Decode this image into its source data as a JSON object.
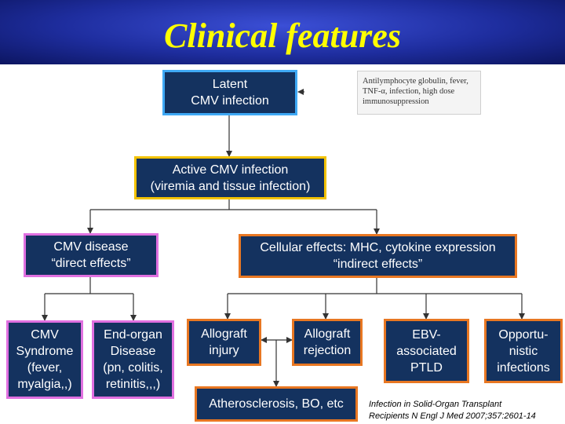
{
  "slide": {
    "title": "Clinical features",
    "note": "Antilymphocyte globulin, fever, TNF-α, infection, high dose immunosuppression",
    "citation": {
      "line1": "Infection in Solid-Organ Transplant",
      "line2": "Recipients N Engl J Med 2007;357:2601-14"
    }
  },
  "nodes": {
    "latent": {
      "line1": "Latent",
      "line2": "CMV infection"
    },
    "active": {
      "line1": "Active CMV infection",
      "line2": "(viremia and tissue infection)"
    },
    "disease": {
      "line1": "CMV disease",
      "line2": "“direct effects”"
    },
    "cellular": {
      "line1": "Cellular effects: MHC, cytokine expression",
      "line2": "“indirect effects”"
    },
    "syndrome": {
      "line1": "CMV",
      "line2": "Syndrome",
      "line3": "(fever,",
      "line4": "myalgia,,)"
    },
    "endorgan": {
      "line1": "End-organ",
      "line2": "Disease",
      "line3": "(pn, colitis,",
      "line4": "retinitis,,,)"
    },
    "injury": {
      "line1": "Allograft",
      "line2": "injury"
    },
    "rejection": {
      "line1": "Allograft",
      "line2": "rejection"
    },
    "ptld": {
      "line1": "EBV-",
      "line2": "associated",
      "line3": "PTLD"
    },
    "opportunistic": {
      "line1": "Opportu-",
      "line2": "nistic",
      "line3": "infections"
    },
    "atherosclerosis": {
      "line1": "Atherosclerosis, BO, etc"
    }
  },
  "colors": {
    "box_fill": "#14325f",
    "border_blue": "#3fa9f5",
    "border_yellow": "#f2c200",
    "border_pink": "#e070e0",
    "border_orange": "#e87722",
    "title": "#ffff00",
    "header": "#1e2d9e"
  }
}
